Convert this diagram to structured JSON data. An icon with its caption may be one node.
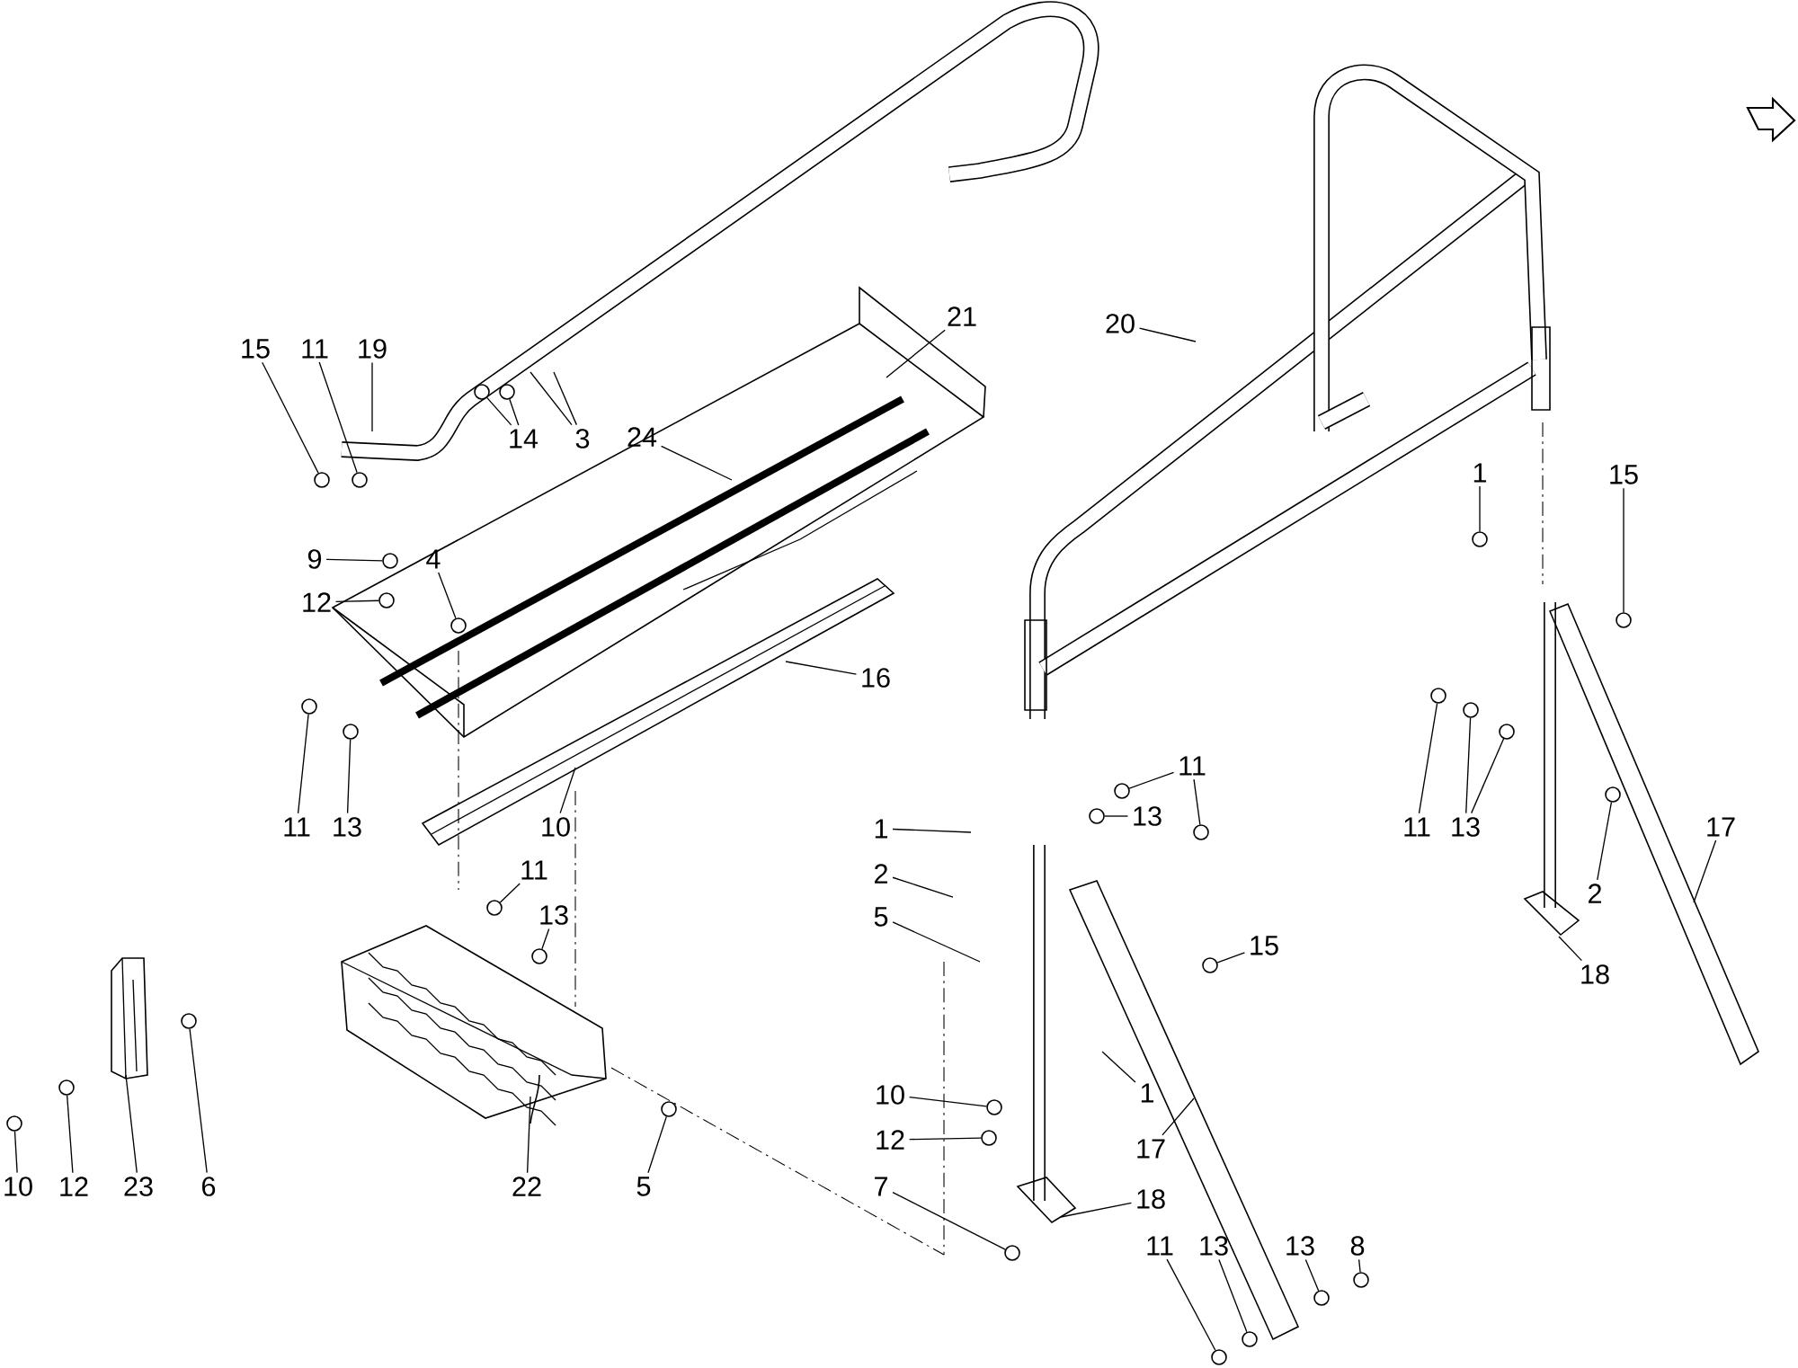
{
  "diagram": {
    "nodes": [
      {
        "text": [
          "15"
        ]
      },
      {
        "text": [
          "11"
        ]
      },
      {
        "text": [
          "19"
        ]
      },
      {
        "text": [
          "14"
        ]
      },
      {
        "text": [
          "3"
        ]
      },
      {
        "text": [
          "21"
        ]
      },
      {
        "text": [
          "24"
        ]
      },
      {
        "text": [
          "20"
        ]
      },
      {
        "text": [
          "9"
        ]
      },
      {
        "text": [
          "12"
        ]
      },
      {
        "text": [
          "4"
        ]
      },
      {
        "text": [
          "16"
        ]
      },
      {
        "text": [
          "11"
        ]
      },
      {
        "text": [
          "13"
        ]
      },
      {
        "text": [
          "10"
        ]
      },
      {
        "text": [
          "11"
        ]
      },
      {
        "text": [
          "13"
        ]
      },
      {
        "text": [
          "10"
        ]
      },
      {
        "text": [
          "12"
        ]
      },
      {
        "text": [
          "23"
        ]
      },
      {
        "text": [
          "6"
        ]
      },
      {
        "text": [
          "22"
        ]
      },
      {
        "text": [
          "5"
        ]
      },
      {
        "text": [
          "1"
        ]
      },
      {
        "text": [
          "2"
        ]
      },
      {
        "text": [
          "5"
        ]
      },
      {
        "text": [
          "11"
        ]
      },
      {
        "text": [
          "13"
        ]
      },
      {
        "text": [
          "15"
        ]
      },
      {
        "text": [
          "1"
        ]
      },
      {
        "text": [
          "17"
        ]
      },
      {
        "text": [
          "10"
        ]
      },
      {
        "text": [
          "12"
        ]
      },
      {
        "text": [
          "7"
        ]
      },
      {
        "text": [
          "18"
        ]
      },
      {
        "text": [
          "11"
        ]
      },
      {
        "text": [
          "13"
        ]
      },
      {
        "text": [
          "13"
        ]
      },
      {
        "text": [
          "8"
        ]
      },
      {
        "text": [
          "1"
        ]
      },
      {
        "text": [
          "15"
        ]
      },
      {
        "text": [
          "11"
        ]
      },
      {
        "text": [
          "13"
        ]
      },
      {
        "text": [
          "2"
        ]
      },
      {
        "text": [
          "17"
        ]
      },
      {
        "text": [
          "18"
        ]
      },
      {
        "text": [],
        "shape": "circle"
      },
      {
        "text": [],
        "shape": "circle"
      },
      {
        "text": [],
        "shape": "circle"
      },
      {
        "text": [],
        "shape": "circle"
      },
      {
        "text": [],
        "shape": "circle"
      },
      {
        "text": [],
        "shape": "circle"
      },
      {
        "text": [],
        "shape": "circle"
      },
      {
        "text": [],
        "shape": "circle"
      },
      {
        "text": [],
        "shape": "circle"
      },
      {
        "text": [],
        "shape": "circle"
      },
      {
        "text": [],
        "shape": "circle"
      },
      {
        "text": [],
        "shape": "circle"
      },
      {
        "text": [],
        "shape": "circle"
      },
      {
        "text": [],
        "shape": "circle"
      },
      {
        "text": [],
        "shape": "circle"
      },
      {
        "text": [],
        "shape": "circle"
      },
      {
        "text": [],
        "shape": "circle"
      },
      {
        "text": [],
        "shape": "circle"
      },
      {
        "text": [],
        "shape": "circle"
      },
      {
        "text": [],
        "shape": "circle"
      },
      {
        "text": [],
        "shape": "circle"
      },
      {
        "text": [],
        "shape": "circle"
      },
      {
        "text": [],
        "shape": "circle"
      },
      {
        "text": [],
        "shape": "circle"
      },
      {
        "text": [],
        "shape": "circle"
      },
      {
        "text": [],
        "shape": "circle"
      },
      {
        "text": [],
        "shape": "circle"
      },
      {
        "text": [],
        "shape": "circle"
      },
      {
        "text": [],
        "shape": "circle"
      },
      {
        "text": [],
        "shape": "circle"
      },
      {
        "text": [],
        "shape": "circle"
      },
      {
        "text": [],
        "shape": "circle"
      }
    ],
    "edges": [
      {
        "from": 0,
        "to": 50,
        "arrow": "none"
      },
      {
        "from": 1,
        "to": 52,
        "arrow": "none"
      },
      {
        "from": 2,
        "to": null,
        "arrow": "none"
      },
      {
        "from": 3,
        "to": 56,
        "arrow": "none"
      },
      {
        "from": 3,
        "to": 58,
        "arrow": "none"
      },
      {
        "from": 4,
        "to": null,
        "arrow": "none"
      },
      {
        "from": 4,
        "to": null,
        "arrow": "none"
      },
      {
        "from": 5,
        "to": null,
        "arrow": "none"
      },
      {
        "from": 6,
        "to": null,
        "arrow": "none"
      },
      {
        "from": 7,
        "to": null,
        "arrow": "none"
      },
      {
        "from": 8,
        "to": 54,
        "arrow": "none"
      },
      {
        "from": 9,
        "to": 53,
        "arrow": "none"
      },
      {
        "from": 10,
        "to": 55,
        "arrow": "none"
      },
      {
        "from": 11,
        "to": null,
        "arrow": "none"
      },
      {
        "from": 12,
        "to": 49,
        "arrow": "none"
      },
      {
        "from": 13,
        "to": 51,
        "arrow": "none"
      },
      {
        "from": 14,
        "to": null,
        "arrow": "none"
      },
      {
        "from": 15,
        "to": 57,
        "arrow": "none"
      },
      {
        "from": 16,
        "to": 59,
        "arrow": "none"
      },
      {
        "from": 17,
        "to": 46,
        "arrow": "none"
      },
      {
        "from": 18,
        "to": 47,
        "arrow": "none"
      },
      {
        "from": 19,
        "to": null,
        "arrow": "none"
      },
      {
        "from": 20,
        "to": 48,
        "arrow": "none"
      },
      {
        "from": 21,
        "to": null,
        "arrow": "none"
      },
      {
        "from": 22,
        "to": 60,
        "arrow": "none"
      },
      {
        "from": 23,
        "to": null,
        "arrow": "none"
      },
      {
        "from": 24,
        "to": null,
        "arrow": "none"
      },
      {
        "from": 25,
        "to": null,
        "arrow": "none"
      },
      {
        "from": 26,
        "to": 65,
        "arrow": "none"
      },
      {
        "from": 26,
        "to": 66,
        "arrow": "none"
      },
      {
        "from": 27,
        "to": 64,
        "arrow": "none"
      },
      {
        "from": 28,
        "to": 67,
        "arrow": "none"
      },
      {
        "from": 29,
        "to": null,
        "arrow": "none"
      },
      {
        "from": 30,
        "to": null,
        "arrow": "none"
      },
      {
        "from": 31,
        "to": 62,
        "arrow": "none"
      },
      {
        "from": 32,
        "to": 61,
        "arrow": "none"
      },
      {
        "from": 33,
        "to": 63,
        "arrow": "none"
      },
      {
        "from": 34,
        "to": null,
        "arrow": "none"
      },
      {
        "from": 35,
        "to": 68,
        "arrow": "none"
      },
      {
        "from": 36,
        "to": 69,
        "arrow": "none"
      },
      {
        "from": 37,
        "to": 70,
        "arrow": "none"
      },
      {
        "from": 38,
        "to": 71,
        "arrow": "none"
      },
      {
        "from": 39,
        "to": 74,
        "arrow": "none"
      },
      {
        "from": 40,
        "to": 77,
        "arrow": "none"
      },
      {
        "from": 41,
        "to": 72,
        "arrow": "none"
      },
      {
        "from": 42,
        "to": 73,
        "arrow": "none"
      },
      {
        "from": 42,
        "to": 75,
        "arrow": "none"
      },
      {
        "from": 43,
        "to": 76,
        "arrow": "none"
      },
      {
        "from": 44,
        "to": null,
        "arrow": "none"
      },
      {
        "from": 45,
        "to": null,
        "arrow": "none"
      }
    ]
  }
}
